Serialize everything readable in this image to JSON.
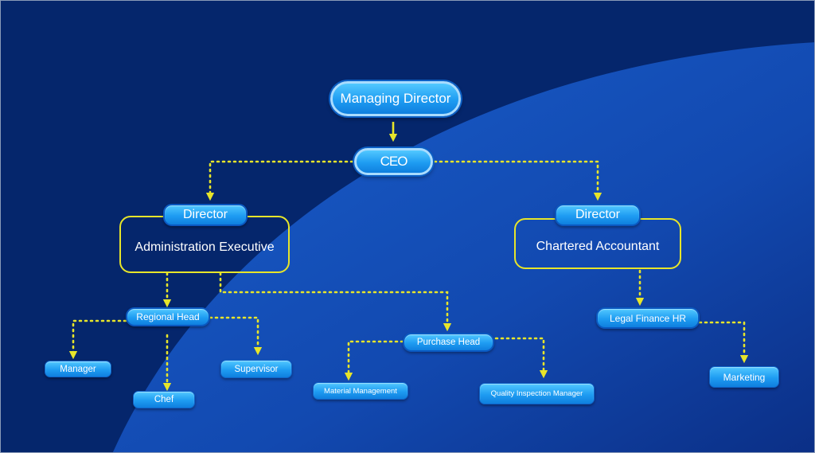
{
  "chart": {
    "top": {
      "label": "Managing Director"
    },
    "ceo": {
      "label": "CEO"
    },
    "left_branch": {
      "title": "Director",
      "box_label": "Administration Executive",
      "regional_head": {
        "label": "Regional Head",
        "reports": [
          "Manager",
          "Chef",
          "Supervisor"
        ]
      },
      "purchase_head": {
        "label": "Purchase Head",
        "reports": [
          "Material Management",
          "Quality Inspection Manager"
        ]
      }
    },
    "right_branch": {
      "title": "Director",
      "box_label": "Chartered Accountant",
      "legal": {
        "label": "Legal Finance HR"
      },
      "marketing": {
        "label": "Marketing"
      }
    }
  },
  "colors": {
    "background_dark": "#05266c",
    "background_light": "#1756c4",
    "node_fill": "#1e9cf2",
    "connector": "#e7e52a"
  }
}
